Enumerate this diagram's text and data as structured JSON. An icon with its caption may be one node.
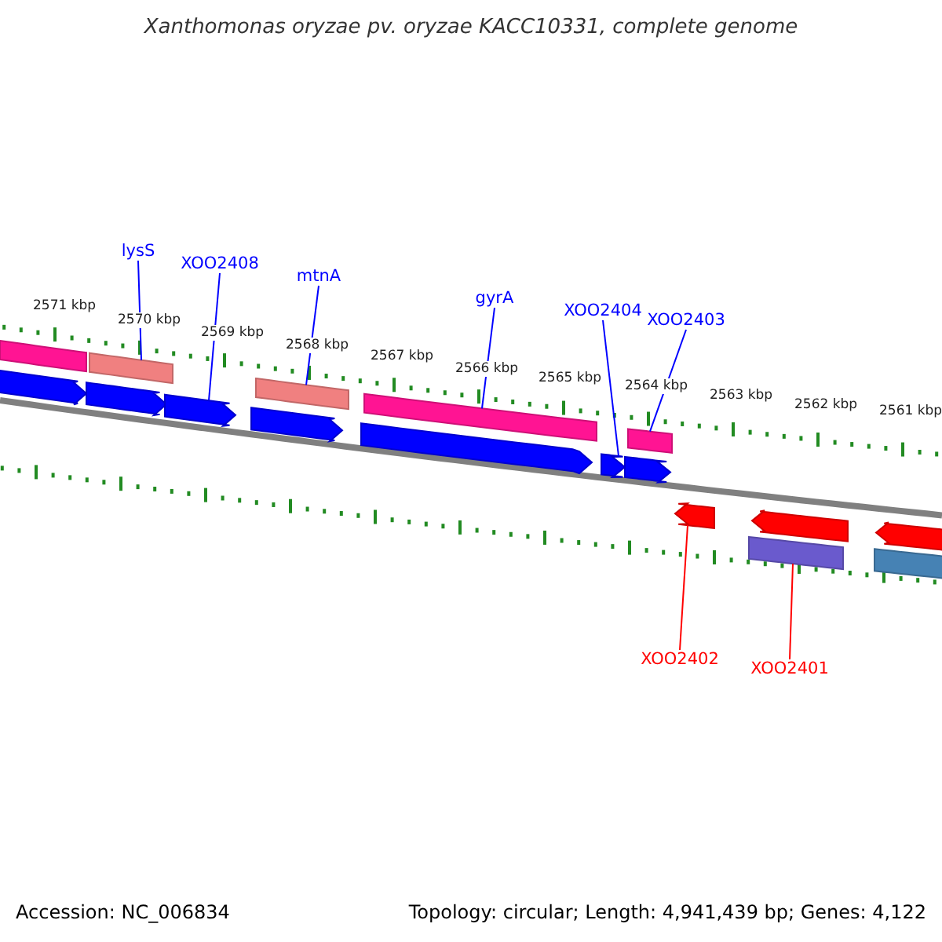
{
  "diagram": {
    "title": "Xanthomonas oryzae pv. oryzae KACC10331, complete genome",
    "nodes": [
      {
        "text": [
          "lysS"
        ]
      },
      {
        "text": [
          "XOO2408"
        ]
      },
      {
        "text": [
          "mtnA"
        ]
      },
      {
        "text": [
          "gyrA"
        ]
      },
      {
        "text": [
          "XOO2404"
        ]
      },
      {
        "text": [
          "XOO2403"
        ]
      },
      {
        "text": [
          "XOO2402"
        ]
      },
      {
        "text": [
          "XOO2401"
        ]
      },
      {
        "text": [],
        "shape": "bar"
      },
      {
        "text": [],
        "shape": "bar"
      },
      {
        "text": [],
        "shape": "bar"
      },
      {
        "text": [],
        "shape": "bar"
      },
      {
        "text": [],
        "shape": "bar"
      },
      {
        "text": [],
        "shape": "bar"
      },
      {
        "text": [],
        "shape": "bar"
      },
      {
        "text": [],
        "shape": "bar"
      },
      {
        "text": [],
        "shape": "bar"
      },
      {
        "text": [],
        "shape": "bar"
      },
      {
        "text": [],
        "shape": "bar"
      },
      {
        "text": [],
        "shape": "bar"
      },
      {
        "text": [],
        "shape": "bar"
      },
      {
        "text": [],
        "shape": "bar"
      },
      {
        "text": [],
        "shape": "bar"
      },
      {
        "text": [],
        "shape": "bar"
      },
      {
        "text": [],
        "shape": "bar"
      }
    ],
    "edges": [
      {
        "from": 0,
        "to": 9,
        "arrow": "none"
      },
      {
        "from": 1,
        "to": 15,
        "arrow": "none"
      },
      {
        "from": 2,
        "to": 10,
        "arrow": "none"
      },
      {
        "from": 3,
        "to": 11,
        "arrow": "none"
      },
      {
        "from": 4,
        "to": 18,
        "arrow": "none"
      },
      {
        "from": 5,
        "to": 12,
        "arrow": "none"
      },
      {
        "from": 6,
        "to": 20,
        "arrow": "none",
        "color": "#ff0000"
      },
      {
        "from": 7,
        "to": 23,
        "arrow": "none",
        "color": "#ff0000"
      }
    ],
    "labels": [
      "2571 kbp",
      "2570 kbp",
      "2569 kbp",
      "2568 kbp",
      "2567 kbp",
      "2566 kbp",
      "2565 kbp",
      "2564 kbp",
      "2563 kbp",
      "2562 kbp",
      "2561 kbp",
      "Accession: NC_006834",
      "Topology: circular; Length: 4,941,439 bp; Genes: 4,122"
    ]
  }
}
